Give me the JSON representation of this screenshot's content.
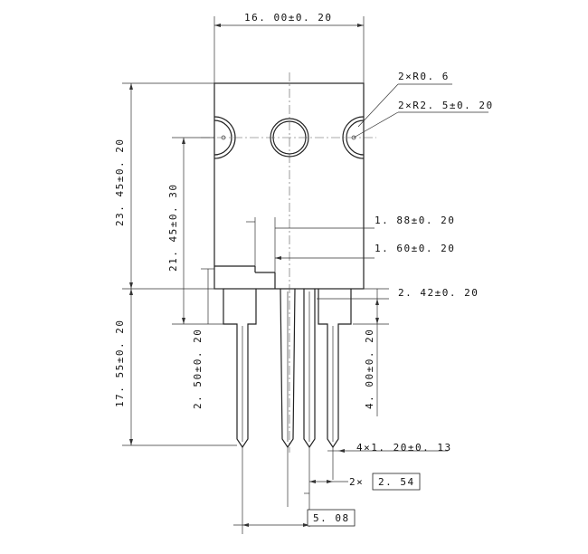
{
  "dimensions": {
    "width_top": "16. 00±0. 20",
    "radius_small": "2×R0. 6",
    "radius_large": "2×R2. 5±0. 20",
    "dim_1_88": "1. 88±0. 20",
    "dim_1_60": "1. 60±0. 20",
    "dim_2_42": "2. 42±0. 20",
    "body_height": "23. 45±0. 20",
    "hole_height": "21. 45±0. 30",
    "lead_length": "17. 55±0. 20",
    "lead_width_upper": "2. 50±0. 20",
    "lead_step": "4. 00±0. 20",
    "lead_width": "4×1. 20±0. 13",
    "pitch_prefix": "2×",
    "pitch": "2. 54",
    "pitch_total": "5. 08"
  }
}
